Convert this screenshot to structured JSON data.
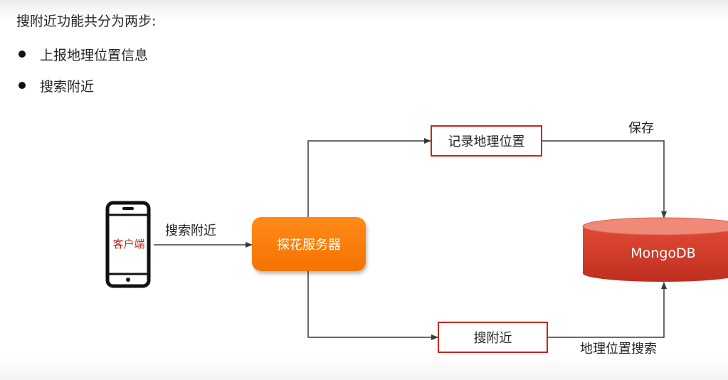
{
  "intro": {
    "heading": "搜附近功能共分为两步:",
    "bullets": [
      "上报地理位置信息",
      "搜索附近"
    ]
  },
  "diagram": {
    "client_label": "客户端",
    "client_edge_label": "搜索附近",
    "service_label": "探花服务器",
    "record_box_label": "记录地理位置",
    "save_edge_label": "保存",
    "search_box_label": "搜附近",
    "geo_search_edge_label": "地理位置搜索",
    "database_label": "MongoDB"
  },
  "colors": {
    "service_fill": "#f57300",
    "box_border": "#c0281e",
    "database_fill": "#d63b2a"
  }
}
